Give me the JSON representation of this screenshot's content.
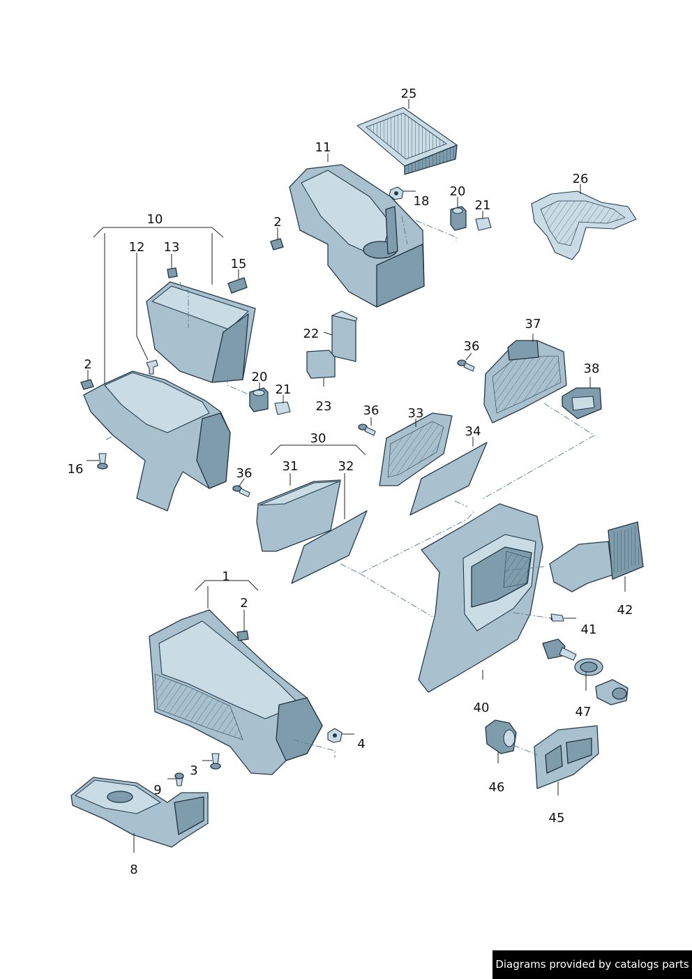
{
  "callouts": {
    "c1": "1",
    "c2a": "2",
    "c2b": "2",
    "c2c": "2",
    "c3": "3",
    "c4": "4",
    "c8": "8",
    "c9": "9",
    "c10": "10",
    "c11": "11",
    "c12": "12",
    "c13": "13",
    "c15": "15",
    "c16": "16",
    "c18": "18",
    "c20a": "20",
    "c20b": "20",
    "c21a": "21",
    "c21b": "21",
    "c22": "22",
    "c23": "23",
    "c25": "25",
    "c26": "26",
    "c30": "30",
    "c31": "31",
    "c32": "32",
    "c33": "33",
    "c34": "34",
    "c36a": "36",
    "c36b": "36",
    "c36c": "36",
    "c37": "37",
    "c38": "38",
    "c40": "40",
    "c41": "41",
    "c42": "42",
    "c45": "45",
    "c46": "46",
    "c47": "47"
  },
  "footer": {
    "text": "Diagrams provided by catalogs parts"
  }
}
